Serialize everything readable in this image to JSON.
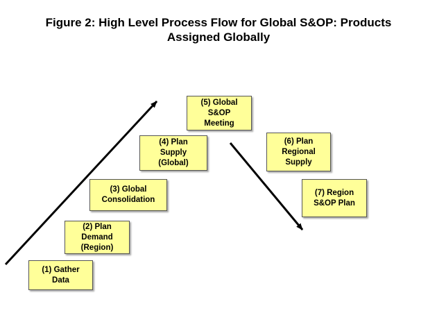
{
  "title": {
    "line1": "Figure 2:  High Level Process Flow for Global S&OP: Products",
    "line2": "Assigned Globally"
  },
  "steps": [
    {
      "label": "(1) Gather\nData"
    },
    {
      "label": "(2) Plan\nDemand\n(Region)"
    },
    {
      "label": "(3) Global\nConsolidation"
    },
    {
      "label": "(4) Plan\nSupply\n(Global)"
    },
    {
      "label": "(5) Global\nS&OP\nMeeting"
    },
    {
      "label": "(6) Plan\nRegional\nSupply"
    },
    {
      "label": "(7) Region\nS&OP Plan"
    }
  ],
  "colors": {
    "box_fill": "#ffff99",
    "box_border": "#555555",
    "arrow": "#000000"
  }
}
